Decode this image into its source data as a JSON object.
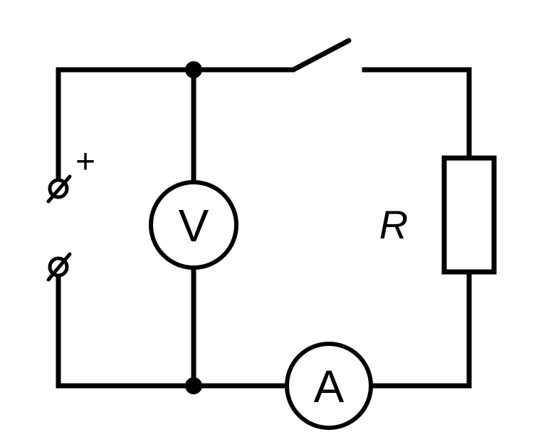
{
  "diagram": {
    "terminal_top": {
      "polarity_label": "+"
    },
    "voltmeter": {
      "label": "V"
    },
    "ammeter": {
      "label": "A"
    },
    "resistor": {
      "label": "R"
    },
    "colors": {
      "stroke": "#000000",
      "background": "#ffffff"
    }
  }
}
